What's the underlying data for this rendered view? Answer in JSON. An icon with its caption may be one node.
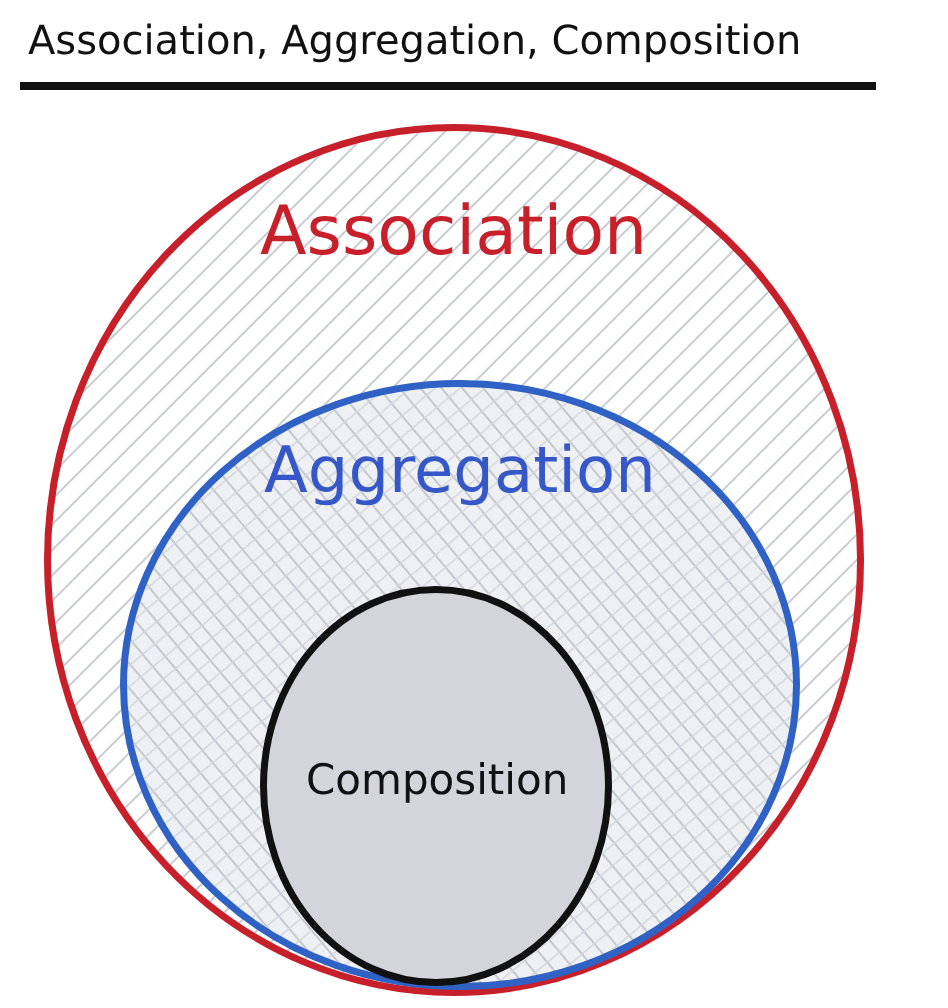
{
  "diagram": {
    "title": "Association, Aggregation, Composition",
    "nodes": [
      {
        "text": [
          "Association"
        ]
      },
      {
        "text": [
          "Aggregation"
        ],
        "in": 0
      },
      {
        "text": [
          "Composition"
        ],
        "in": 1
      }
    ]
  }
}
